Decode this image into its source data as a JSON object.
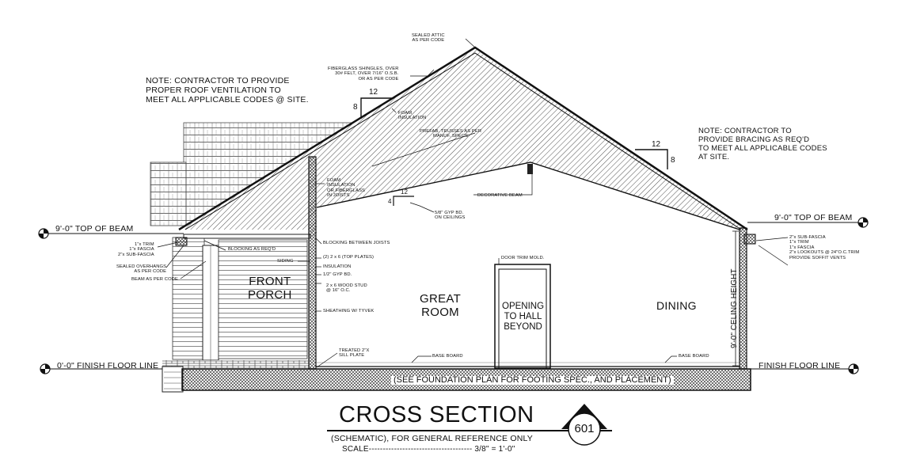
{
  "notes": {
    "ventilation": "NOTE: CONTRACTOR TO PROVIDE\nPROPER ROOF VENTILATION TO\nMEET ALL APPLICABLE CODES @ SITE.",
    "bracing": "NOTE: CONTRACTOR TO\nPROVIDE BRACING AS REQ'D\nTO MEET ALL APPLICABLE CODES\nAT SITE."
  },
  "callouts": {
    "sealed_attic": "SEALED ATTIC\nAS PER CODE",
    "shingles": "FIBERGLASS SHINGLES, OVER\n30# FELT, OVER 7/16\" O.S.B.\nOR AS PER CODE",
    "foam_insulation": "FOAM\nINSULATION",
    "trusses": "PREFAB. TRUSSES AS PER\nMANUF. SPECS",
    "foam_joists": "FOAM\nINSULATION\nOR FIBERGLASS\nIN JOISTS",
    "decorative_beam": "DECORATIVE BEAM",
    "gyp_ceilings": "5/8\" GYP BD.\nON CEILINGS",
    "blocking_joists": "BLOCKING BETWEEN JOISTS",
    "blocking": "BLOCKING AS REQ'D",
    "siding": "SIDING",
    "top_plates": "(2) 2 x 6 (TOP PLATES)",
    "insulation": "INSULATION",
    "half_gyp": "1/2\" GYP BD.",
    "wood_stud": "2 x 6  WOOD STUD\n@ 16\" O.C.",
    "sheathing": "SHEATHING W/ TYVEK",
    "sill_plate": "TREATED 2\"X\nSILL PLATE",
    "base_board_left": "BASE BOARD",
    "base_board_right": "BASE BOARD",
    "door_trim": "DOOR TRIM MOLD.",
    "left_trim": "1\"x TRIM\n1\"x FASCIA\n2\"x SUB-FASCIA",
    "overhangs": "SEALED OVERHANGS\nAS PER CODE",
    "beam_code": "BEAM AS PER CODE",
    "right_trim": "2\"x SUB-FASCIA\n1\"x TRIM\n1\"x FASCIA\n2\"x LOOKOUTS @ 24\"O.C.TRIM\nPROVIDE SOFFIT VENTS"
  },
  "levels": {
    "top_beam_left": "9'-0\" TOP OF BEAM",
    "top_beam_right": "9'-0\" TOP OF BEAM",
    "finish_floor_left": "0'-0\" FINISH FLOOR LINE",
    "finish_floor_right": "FINISH FLOOR LINE",
    "ceiling_height": "9'-0\" CELING HEIGHT"
  },
  "rooms": {
    "front_porch": "FRONT\nPORCH",
    "great_room": "GREAT\nROOM",
    "dining": "DINING",
    "opening": "OPENING\nTO HALL\nBEYOND"
  },
  "pitches": {
    "left_run": "12",
    "left_rise": "8",
    "right_run": "12",
    "right_rise": "8",
    "ceiling_run": "12",
    "ceiling_rise": "4"
  },
  "foundation": "(SEE FOUNDATION PLAN FOR FOOTING SPEC., AND PLACEMENT)",
  "title": {
    "main": "CROSS SECTION",
    "subtitle": "(SCHEMATIC), FOR GENERAL REFERENCE ONLY",
    "scale": "SCALE------------------------------------- 3/8\" = 1'-0\"",
    "sheet": "601"
  }
}
